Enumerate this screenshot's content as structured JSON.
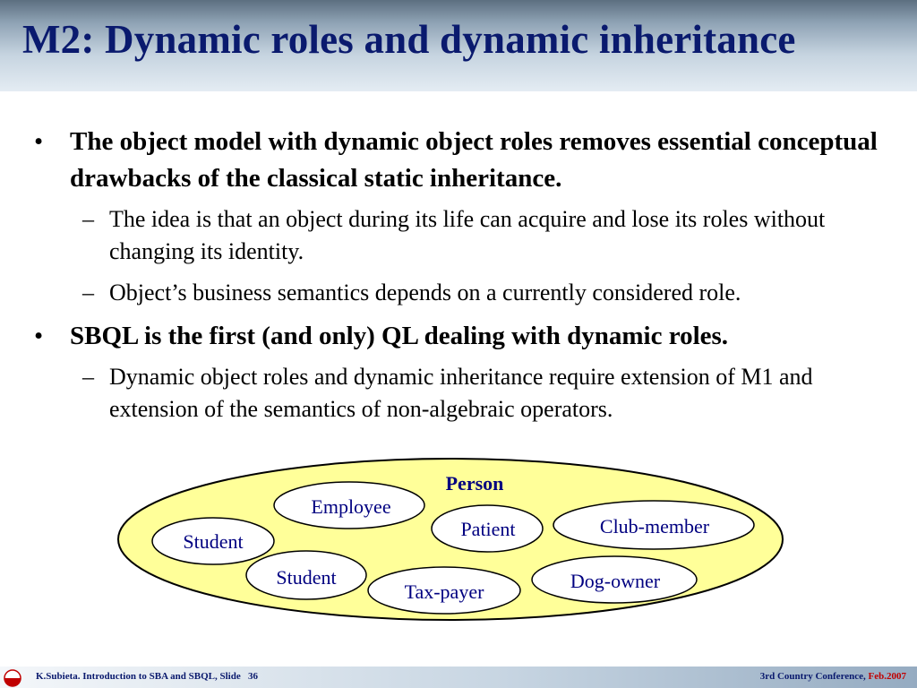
{
  "slide": {
    "title": "M2: Dynamic roles and dynamic inheritance"
  },
  "bullets": [
    {
      "text": "The object model with dynamic object roles removes essential conceptual drawbacks of the classical static inheritance.",
      "subs": [
        "The idea is that an object during its life can acquire and lose its roles without changing its identity.",
        "Object’s business semantics depends on a currently considered role."
      ]
    },
    {
      "text": "SBQL is the first (and only) QL dealing with dynamic roles.",
      "subs": [
        "Dynamic object roles and dynamic inheritance require extension of M1 and extension of the semantics of non-algebraic operators."
      ]
    }
  ],
  "diagram": {
    "container_label": "Person",
    "roles": [
      "Employee",
      "Patient",
      "Club-member",
      "Student",
      "Student",
      "Tax-payer",
      "Dog-owner"
    ],
    "colors": {
      "container_fill": "#ffff99",
      "role_fill": "#ffffff",
      "stroke": "#000000",
      "label": "#000080"
    }
  },
  "footer": {
    "left": "K.Subieta. Introduction to SBA and SBQL, Slide   36",
    "right_prefix": "3rd Country Conference, ",
    "right_accent": "Feb.2007"
  },
  "symbols": {
    "bullet": "•",
    "dash": "–"
  }
}
